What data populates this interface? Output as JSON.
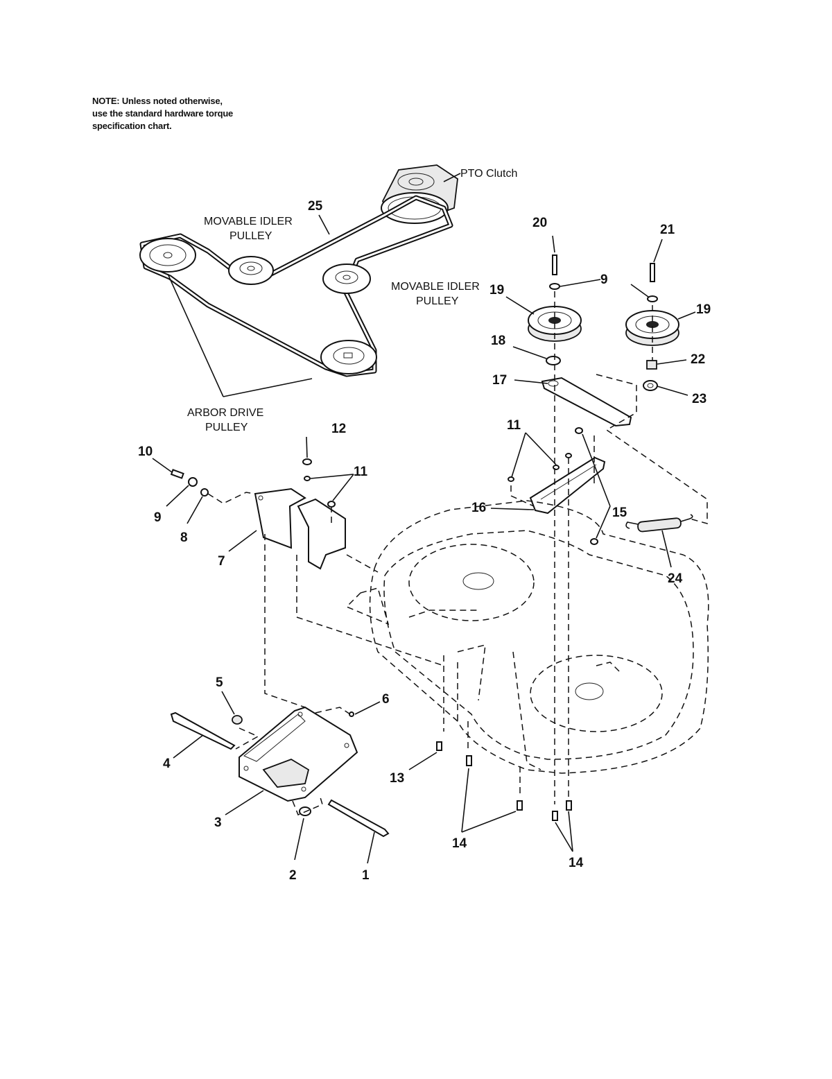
{
  "note": {
    "line1": "NOTE: Unless noted otherwise,",
    "line2": "use the standard hardware torque",
    "line3": "specification chart."
  },
  "captions": {
    "pto_clutch": "PTO Clutch",
    "movable_idler_1_line1": "MOVABLE IDLER",
    "movable_idler_1_line2": "PULLEY",
    "movable_idler_2_line1": "MOVABLE IDLER",
    "movable_idler_2_line2": "PULLEY",
    "arbor_line1": "ARBOR DRIVE",
    "arbor_line2": "PULLEY"
  },
  "callouts": {
    "n1": "1",
    "n2": "2",
    "n3": "3",
    "n4": "4",
    "n5": "5",
    "n6": "6",
    "n7": "7",
    "n8": "8",
    "n9a": "9",
    "n9b": "9",
    "n10": "10",
    "n11a": "11",
    "n11b": "11",
    "n12": "12",
    "n13": "13",
    "n14a": "14",
    "n14b": "14",
    "n15": "15",
    "n16": "16",
    "n17": "17",
    "n18": "18",
    "n19a": "19",
    "n19b": "19",
    "n20": "20",
    "n21": "21",
    "n22": "22",
    "n23": "23",
    "n24": "24",
    "n25": "25"
  }
}
